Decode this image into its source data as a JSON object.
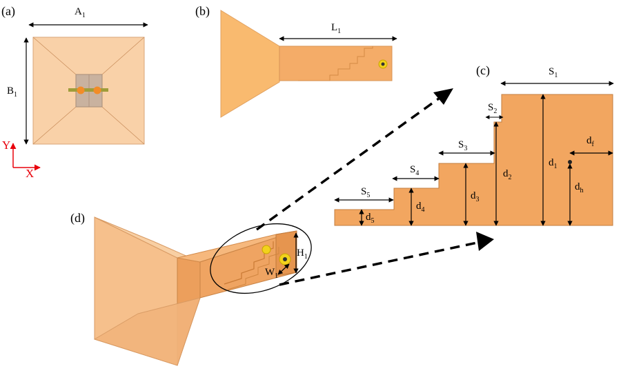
{
  "panels": {
    "a": "(a)",
    "b": "(b)",
    "c": "(c)",
    "d": "(d)"
  },
  "axes": {
    "y": "Y",
    "x": "X"
  },
  "dims": {
    "A": {
      "main": "A",
      "sub": "1"
    },
    "B": {
      "main": "B",
      "sub": "1"
    },
    "L": {
      "main": "L",
      "sub": "1"
    },
    "S1": {
      "main": "S",
      "sub": "1"
    },
    "S2": {
      "main": "S",
      "sub": "2"
    },
    "S3": {
      "main": "S",
      "sub": "3"
    },
    "S4": {
      "main": "S",
      "sub": "4"
    },
    "S5": {
      "main": "S",
      "sub": "5"
    },
    "d1": {
      "main": "d",
      "sub": "1"
    },
    "d2": {
      "main": "d",
      "sub": "2"
    },
    "d3": {
      "main": "d",
      "sub": "3"
    },
    "d4": {
      "main": "d",
      "sub": "4"
    },
    "d5": {
      "main": "d",
      "sub": "5"
    },
    "df": {
      "main": "d",
      "sub": "f"
    },
    "dh": {
      "main": "d",
      "sub": "h"
    },
    "H": {
      "main": "H",
      "sub": "1"
    },
    "W": {
      "main": "W",
      "sub": "1"
    }
  },
  "colors": {
    "horn_light": "#f9c48e",
    "horn_mid": "#f5ae6a",
    "horn_dark": "#e99a55",
    "ridge": "#eea35d",
    "axis_red": "#e8000b",
    "feed_yellow": "#f2d21c"
  }
}
